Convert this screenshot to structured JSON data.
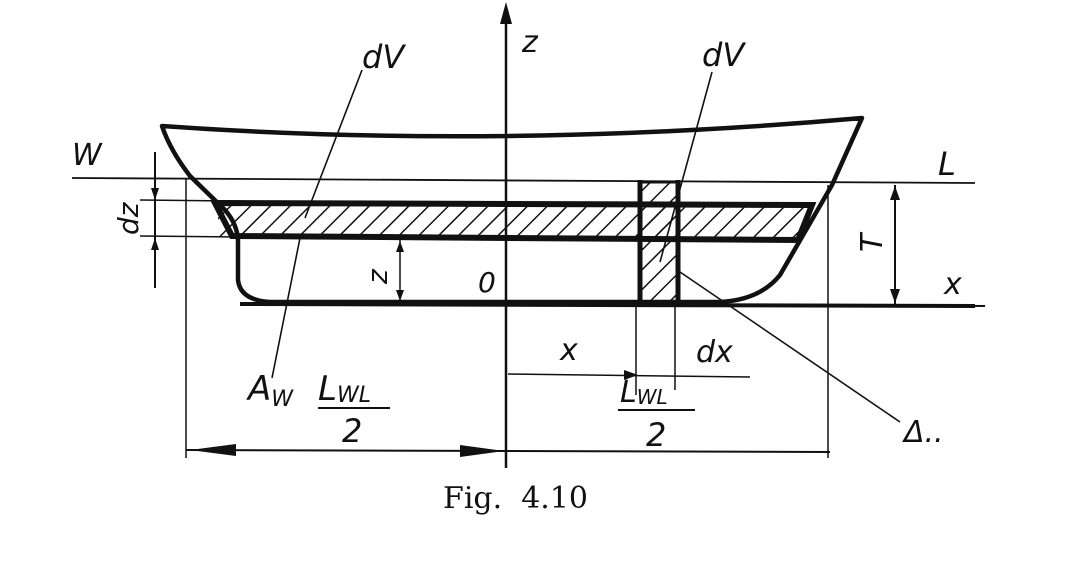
{
  "diagram": {
    "labels": {
      "z_axis": "z",
      "x_axis": "x",
      "dV_left": "dV",
      "dV_right": "dV",
      "W": "W",
      "L": "L",
      "dz": "dz",
      "T": "T",
      "z_height": "z",
      "origin": "0",
      "x_distance": "x",
      "dx": "dx",
      "A_w_base": "A",
      "A_w_sub": "W",
      "half_length_left_L": "L",
      "half_length_left_sub": "WL",
      "half_length_left_den": "2",
      "half_length_right_L": "L",
      "half_length_right_sub": "WL",
      "half_length_right_den": "2",
      "delta": "Δ.."
    },
    "caption": "Fig.  4.10"
  }
}
